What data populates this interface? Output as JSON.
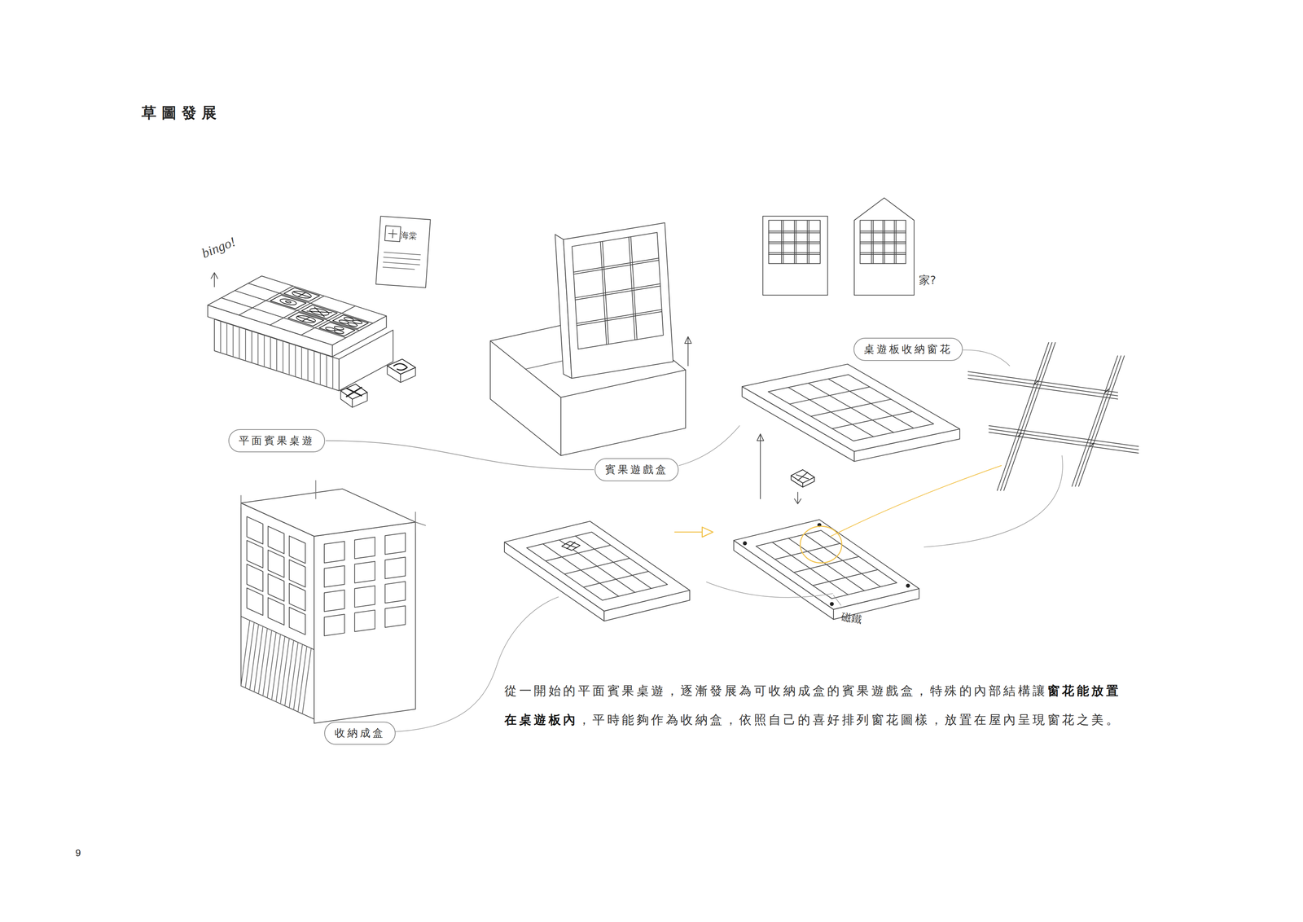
{
  "diagram": {
    "title": "草圖發展",
    "nodes": [
      {
        "text": [
          "平面賓果桌遊"
        ]
      },
      {
        "text": [
          "賓果遊戲盒"
        ]
      },
      {
        "text": [
          "桌遊板收納窗花"
        ]
      },
      {
        "text": [
          "收納成盒"
        ]
      }
    ],
    "edges": [
      {
        "from": 0,
        "to": 1,
        "arrow": "none"
      }
    ],
    "labels": [
      "bingo!",
      "海棠",
      "家?",
      "磁鐵",
      "從一開始的平面賓果桌遊，逐漸發展為可收納成盒的賓果遊戲盒，特殊的內部結構讓",
      "窗花能放置在桌遊板內",
      "，平時能夠作為收納盒，依照自己的喜好排列窗花圖樣，放置在屋內呈現窗花之美。",
      "9"
    ]
  }
}
